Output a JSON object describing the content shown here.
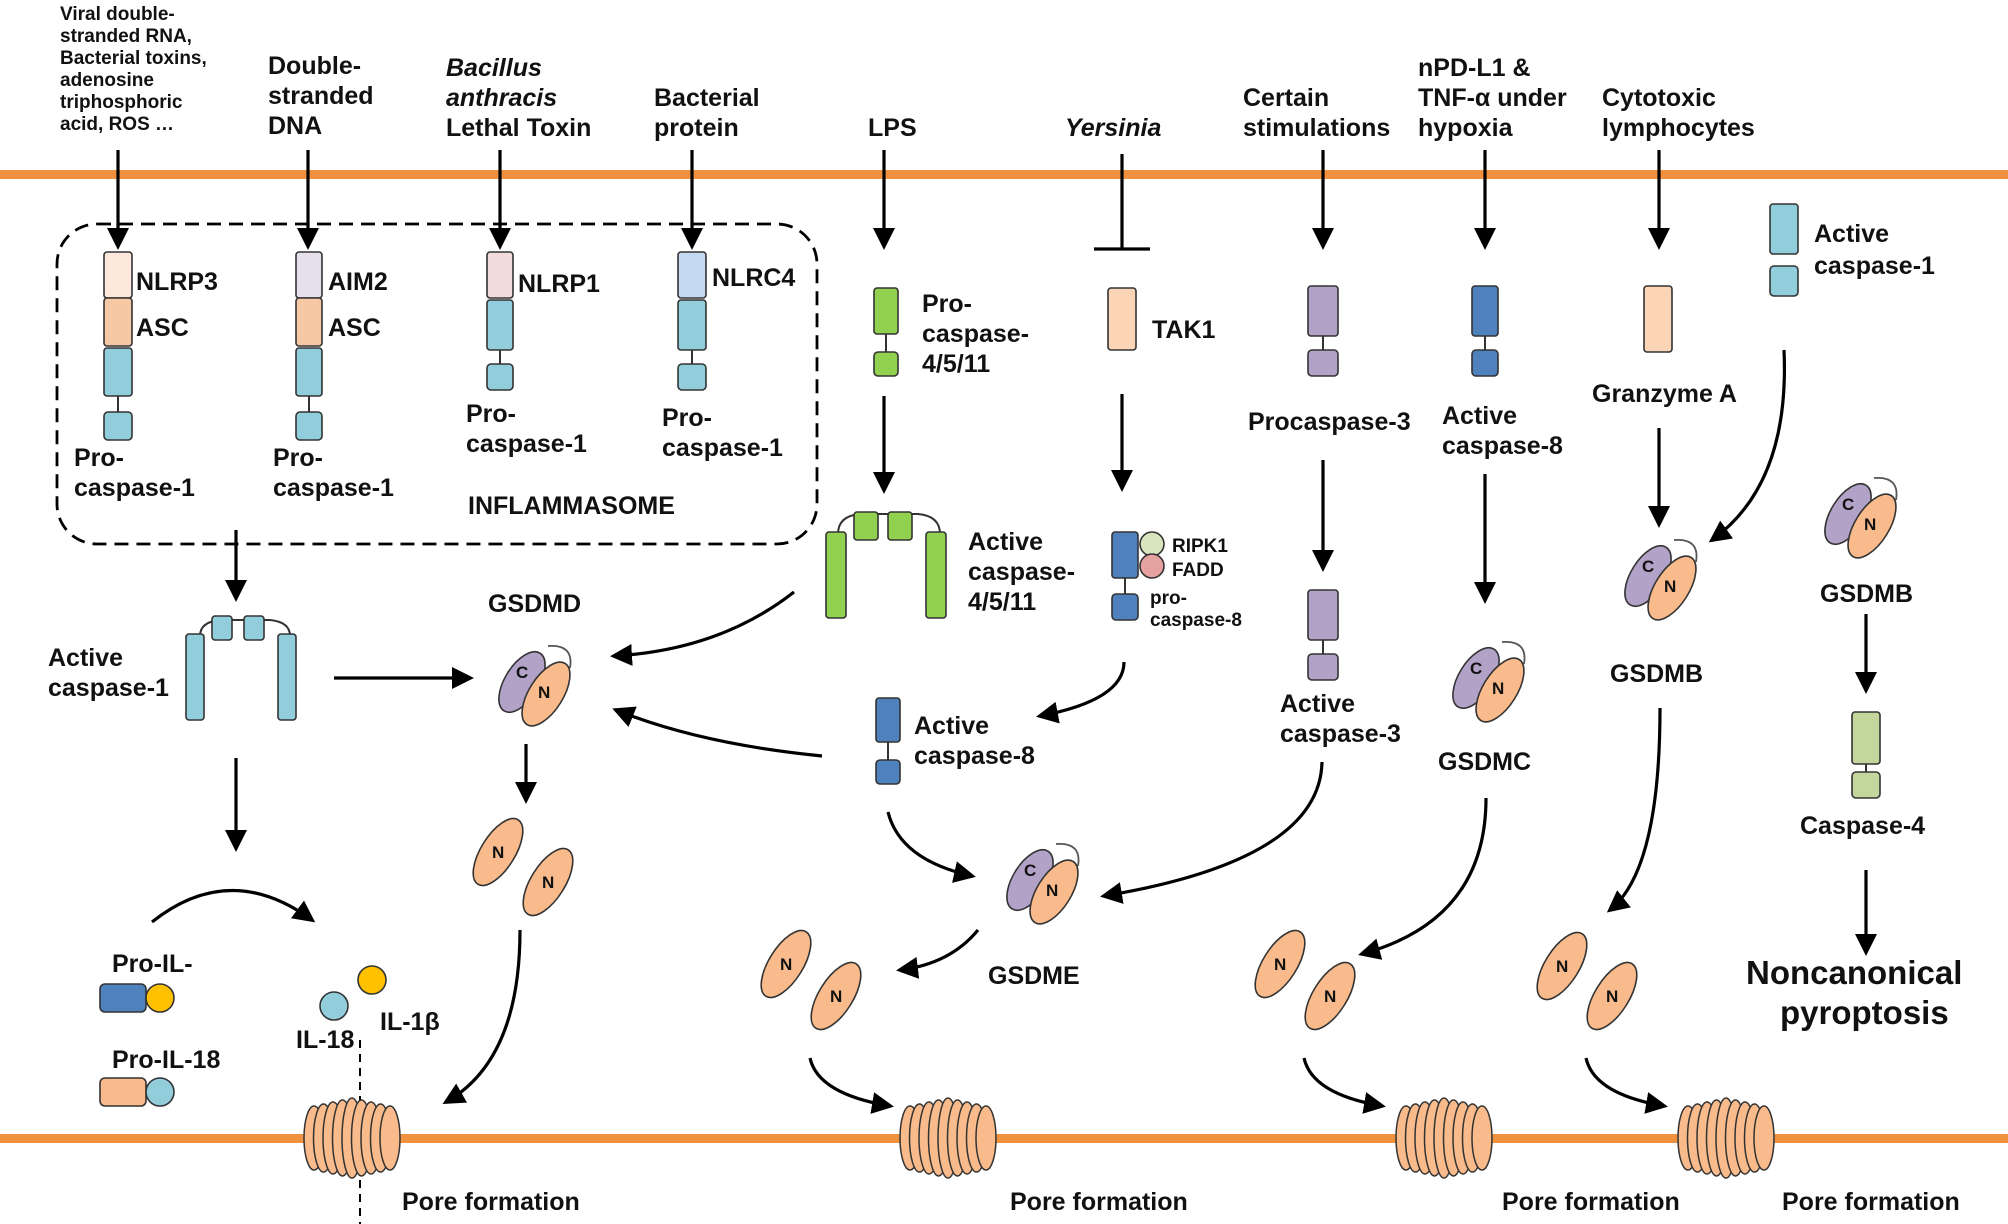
{
  "colors": {
    "membrane": "#f0913f",
    "nlrp3": "#fce9dc",
    "asc": "#f6c8a4",
    "caspase1": "#92cddc",
    "aim2": "#e6e0ec",
    "nlrp1": "#f2dcdb",
    "nlrc4": "#c5d9f1",
    "caspase4511": "#92d050",
    "caspase8": "#4f81bd",
    "caspase3": "#b3a2c7",
    "tak1": "#fbd5b5",
    "granzyme": "#fbd5b5",
    "caspase4": "#c3d69b",
    "gsdm_c": "#b3a2c7",
    "gsdm_n": "#f9bb8b",
    "il18": "#92cddc",
    "il1b": "#ffc000",
    "ripk1": "#d8e4bc",
    "fadd": "#e6a2a0"
  },
  "stimuli": {
    "viral_line1": "Viral double-",
    "viral_line2": "stranded RNA,",
    "viral_line3": "Bacterial toxins,",
    "viral_line4": "adenosine",
    "viral_line5": "triphosphoric",
    "viral_line6": "acid, ROS …",
    "dsdna_line1": "Double-",
    "dsdna_line2": "stranded",
    "dsdna_line3": "DNA",
    "bacillus_line1": "Bacillus",
    "bacillus_line2": "anthracis",
    "bacillus_line3": "Lethal Toxin",
    "bacterial_line1": "Bacterial",
    "bacterial_line2": "protein",
    "lps": "LPS",
    "yersinia": "Yersinia",
    "certain_line1": "Certain",
    "certain_line2": "stimulations",
    "npdl1_line1": "nPD-L1 &",
    "npdl1_line2": "TNF-α under",
    "npdl1_line3": "hypoxia",
    "cytotoxic_line1": "Cytotoxic",
    "cytotoxic_line2": "lymphocytes"
  },
  "inflammasome": {
    "label": "INFLAMMASOME",
    "nlrp3": "NLRP3",
    "asc": "ASC",
    "aim2": "AIM2",
    "nlrp1": "NLRP1",
    "nlrc4": "NLRC4",
    "pro": "Pro-",
    "procaspase1_line2": "caspase-1"
  },
  "labels": {
    "active_line1": "Active",
    "caspase1": "caspase-1",
    "pro": "Pro-",
    "caspase4511_pro": "caspase-",
    "caspase4511_num": "4/5/11",
    "active_caspase4511_line2": "caspase-",
    "caspase8": "caspase-8",
    "tak1": "TAK1",
    "ripk1": "RIPK1",
    "fadd": "FADD",
    "procaspase8_line1": "pro-",
    "procaspase8_line2": "caspase-8",
    "procaspase3": "Procaspase-3",
    "caspase3": "caspase-3",
    "granzyme_a": "Granzyme A",
    "gsdmd": "GSDMD",
    "gsdme": "GSDME",
    "gsdmc": "GSDMC",
    "gsdmb": "GSDMB",
    "caspase4": "Caspase-4",
    "noncanonical_line1": "Noncanonical",
    "noncanonical_line2": "pyroptosis",
    "pro_il": "Pro-IL-",
    "pro_il18": "Pro-IL-18",
    "il18": "IL-18",
    "il1b": "IL-1β",
    "pore_formation": "Pore formation",
    "c": "C",
    "n": "N"
  }
}
